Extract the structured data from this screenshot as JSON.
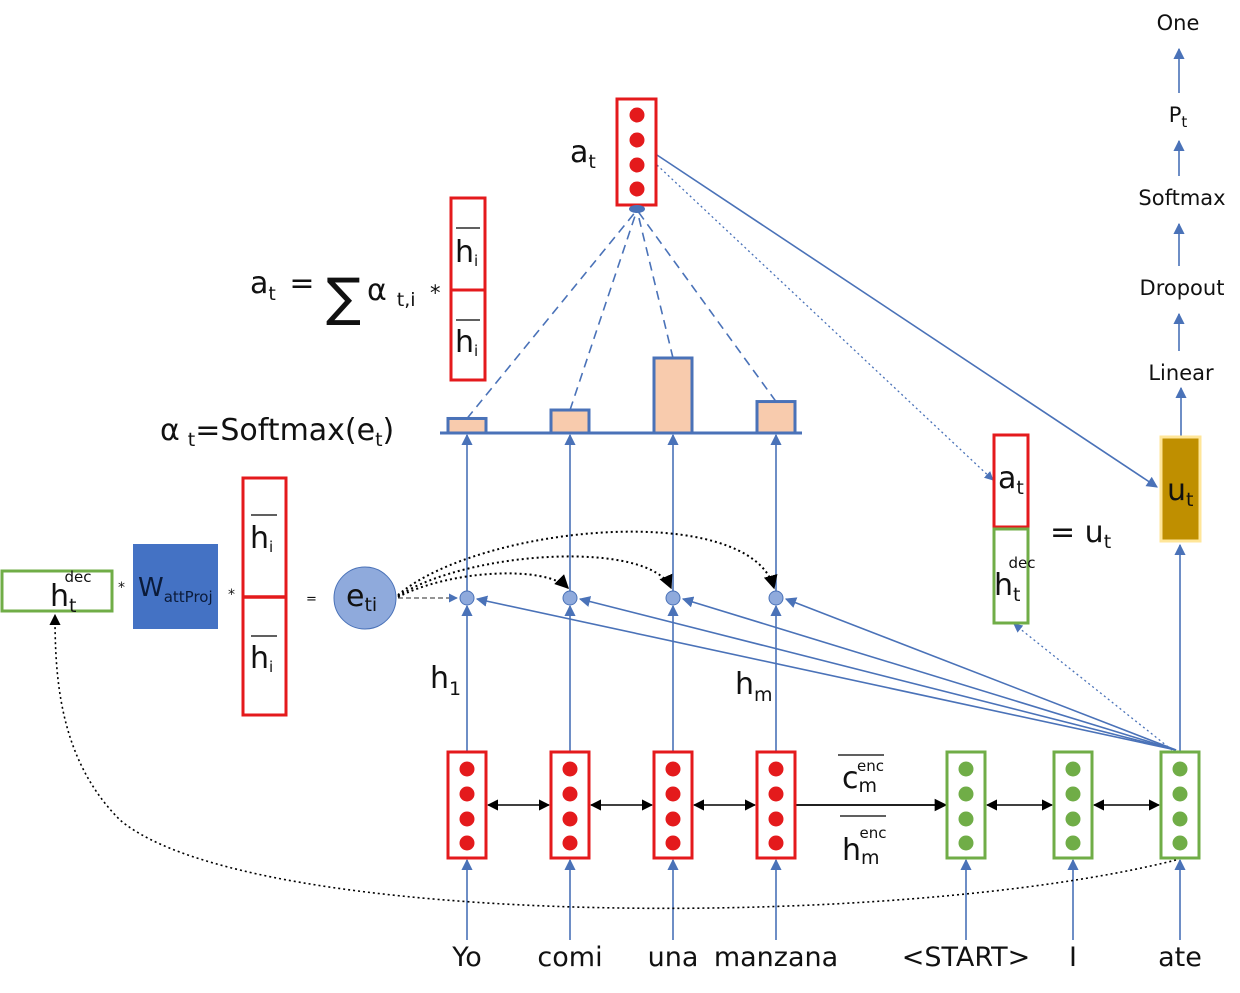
{
  "diagram": {
    "title": "Seq2seq NMT with attention",
    "colors": {
      "encoder": "#e41a1c",
      "decoder": "#70ad47",
      "arrow_blue": "#4a72b8",
      "bar_fill": "#f8cbad",
      "bar_stroke": "#4a72b8",
      "w_box": "#4472c4",
      "e_circle": "#8faadc",
      "u_box": "#bf8f00",
      "u_border": "#ffe699"
    },
    "source_words": [
      "Yo",
      "comi",
      "una",
      "manzana"
    ],
    "target_words": [
      "<START>",
      "I",
      "ate"
    ],
    "encoder_labels": {
      "h_first": "h",
      "h_first_sub": "1",
      "h_last": "h",
      "h_last_sub": "m"
    },
    "handoff": {
      "c_label": "c",
      "c_sub": "m",
      "c_sup": "enc",
      "h_label": "h",
      "h_sub": "m",
      "h_sup": "enc"
    },
    "output_stack": [
      "Linear",
      "Dropout",
      "Softmax",
      "P",
      "One"
    ],
    "output_stack_p_sub": "t",
    "u_box": {
      "label": "u",
      "sub": "t"
    },
    "concat": {
      "top_label": "a",
      "top_sub": "t",
      "bottom_label": "h",
      "bottom_sub": "t",
      "bottom_sup": "dec",
      "equals": "= u",
      "equals_sub": "t"
    },
    "attention_output": {
      "label": "a",
      "sub": "t"
    },
    "attention_formula": {
      "lhs": "a",
      "lhs_sub": "t",
      "eq": "=",
      "sigma": "∑",
      "alpha": "α",
      "alpha_sub": "t,i",
      "times": "*",
      "h_fwd": "h",
      "h_bwd": "h",
      "h_sub": "i"
    },
    "softmax_formula": {
      "alpha": "α",
      "alpha_sub": "t",
      "rest": "=Softmax(e",
      "e_sub": "t",
      "close": ")"
    },
    "score": {
      "h_dec": "h",
      "h_dec_sub": "t",
      "h_dec_sup": "dec",
      "star1": "*",
      "w": "W",
      "w_sub": "attProj",
      "star2": "*",
      "h_fwd": "h",
      "h_bwd": "h",
      "h_sub": "i",
      "equals": "=",
      "e": "e",
      "e_sub": "ti"
    },
    "attention_weights": [
      0.12,
      0.19,
      0.62,
      0.26
    ]
  }
}
